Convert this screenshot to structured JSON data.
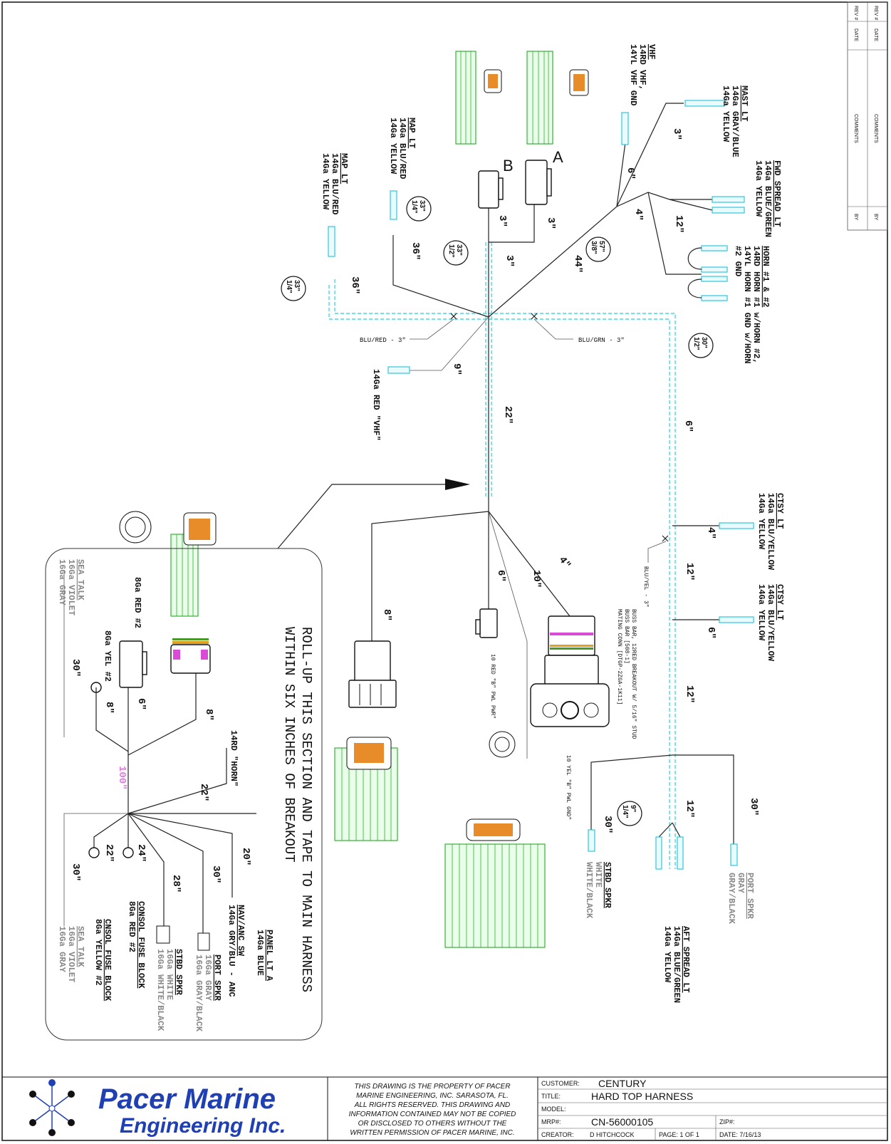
{
  "revision_block": {
    "headers": [
      "REV #",
      "DATE",
      "COMMENTS",
      "BY"
    ],
    "headers_repeat": [
      "REV #",
      "DATE",
      "COMMENTS",
      "BY"
    ]
  },
  "labels": {
    "vhf": [
      "VHF",
      "14RD VHF,",
      "14YL VHF GND"
    ],
    "mast_lt": [
      "MAST LT",
      "14Ga GRAY/BLUE",
      "14Ga YELLOW"
    ],
    "fwd_spread_lt": [
      "FWD SPREAD LT",
      "14Ga BLUE/GREEN",
      "14Ga YELLOW"
    ],
    "horn": [
      "HORN #1 & #2",
      "14RD HORN #1 w/HORN #2,",
      "14YL HORN #1 GND w/HORN",
      "#2 GND"
    ],
    "map_lt_left": [
      "MAP LT",
      "14Ga BLU/RED",
      "14Ga YELLOW"
    ],
    "map_lt_mid": [
      "MAP LT",
      "14Ga BLU/RED",
      "14Ga YELLOW"
    ],
    "vhf_red": "14Ga RED \"VHF\"",
    "blu_red": "BLU/RED - 3\"",
    "blu_grn": "BLU/GRN - 3\"",
    "blu_yel": "BLU/YEL - 3\"",
    "conn_a": "A",
    "conn_b": "B",
    "ctsy_lt_1": [
      "CTSY LT",
      "14Ga BLU/YELLOW",
      "14Ga YELLOW"
    ],
    "ctsy_lt_2": [
      "CTSY LT",
      "14Ga BLU/YELLOW",
      "14Ga YELLOW"
    ],
    "bus_bar": [
      "BUSS BAR, 12RED BREAKOUT W/ 5/16\" STUD",
      "BUSS BAR [508-1]",
      "MATING CONN [DTGP-2ZGA-1K11]"
    ],
    "ten_red": "10 RED \"B\" PWL PWR\"",
    "ten_yel": "10 YEL \"B\" PWL GND\"",
    "rollup": [
      "ROLL-UP THIS SECTION AND TAPE TO MAIN HARNESS",
      "WITHIN SIX INCHES OF BREAKOUT"
    ],
    "sea_talk_top": [
      "SEA TALK",
      "16Ga VIOLET",
      "16Ga GRAY"
    ],
    "sea_talk_bottom": [
      "SEA TALK",
      "16Ga VIOLET",
      "16Ga GRAY"
    ],
    "red_2": "8Ga RED #2",
    "yel_2": "8Ga YEL #2",
    "horn_lead": "14RD \"HORN\"",
    "cnsol_fuse": [
      "CNSOL FUSE BLOCK",
      "8Ga YELLOW #2"
    ],
    "consol_fuse": [
      "CONSOL FUSE BLOCK",
      "8Ga RED #2"
    ],
    "stbd_spkr_left": [
      "STBD SPKR",
      "16Ga WHITE",
      "16Ga WHITE/BLACK"
    ],
    "port_spkr_left": [
      "PORT SPKR",
      "16Ga GRAY",
      "16Ga GRAY/BLACK"
    ],
    "nav_anc": [
      "NAV/ANC SW",
      "14Ga GRY/BLU - ANC"
    ],
    "panel_lt": [
      "PANEL LT A",
      "14Ga BLUE"
    ],
    "stbd_spkr_right": [
      "STBD SPKR",
      "WHITE",
      "WHITE/BLACK"
    ],
    "aft_spread": [
      "AFT SPREAD LT",
      "14Ga BLUE/GREEN",
      "14Ga YELLOW"
    ],
    "port_spkr_right": [
      "PORT SPKR",
      "GRAY",
      "GRAY/BLACK"
    ]
  },
  "dims": {
    "d3_mast": "3\"",
    "d6_vhf": "6\"",
    "d4": "4\"",
    "d12_fwd": "12\"",
    "d44": "44\"",
    "d3_a": "3\"",
    "d3_b": "3\"",
    "d3_c": "3\"",
    "d36_mid": "36\"",
    "d36_left": "36\"",
    "d9": "9\"",
    "d22": "22\"",
    "d6_main": "6\"",
    "d4_ctsy": "4\"",
    "d12_a": "12\"",
    "d6_ctsy": "6\"",
    "d12_b": "12\"",
    "d12_c": "12\"",
    "d30_port": "30\"",
    "d30_stbd": "30\"",
    "d8": "8\"",
    "d6_plug": "6\"",
    "d10": "10\"",
    "d4_bus": "4\"",
    "d8_red": "8\"",
    "d6_red": "6\"",
    "d30_yel": "30\"",
    "d8_yel": "8\"",
    "d100": "100\"",
    "d22_horn": "22\"",
    "d20": "20\"",
    "d30_p": "30\"",
    "d28": "28\"",
    "d24": "24\"",
    "d22_f": "22\"",
    "d30_s": "30\""
  },
  "fractions": {
    "f1": [
      "33\"",
      "1/4\""
    ],
    "f2": [
      "33\"",
      "1/4\""
    ],
    "f3": [
      "33\"",
      "1/2\""
    ],
    "f4": [
      "57\"",
      "3/8\""
    ],
    "f5": [
      "30\"",
      "1/2\""
    ],
    "f6": [
      "9\"",
      "1/4\""
    ]
  },
  "title_block": {
    "company_line1": "Pacer Marine",
    "company_line2": "Engineering Inc.",
    "notice": [
      "THIS DRAWING IS THE PROPERTY OF PACER",
      "MARINE ENGINEERING, INC.  SARASOTA, FL.",
      "ALL RIGHTS RESERVED.  THIS DRAWING AND",
      "INFORMATION CONTAINED MAY NOT BE COPIED",
      "OR DISCLOSED TO OTHERS WITHOUT THE",
      "WRITTEN PERMISSION OF PACER MARINE, INC."
    ],
    "customer_label": "CUSTOMER:",
    "customer": "CENTURY",
    "title_label": "TITLE:",
    "title": "HARD TOP HARNESS",
    "model_label": "MODEL:",
    "model": "",
    "mrp_label": "MRP#:",
    "mrp": "CN-56000105",
    "zip_label": "ZIP#:",
    "creator_label": "CREATOR:",
    "creator": "D HITCHCOCK",
    "page": "PAGE: 1 OF 1",
    "date": "DATE: 7/16/13"
  },
  "colors": {
    "accent": "#1f3fb5",
    "cyan": "#4fd3e6",
    "green": "#11a011",
    "magenta": "#d94ad6"
  }
}
